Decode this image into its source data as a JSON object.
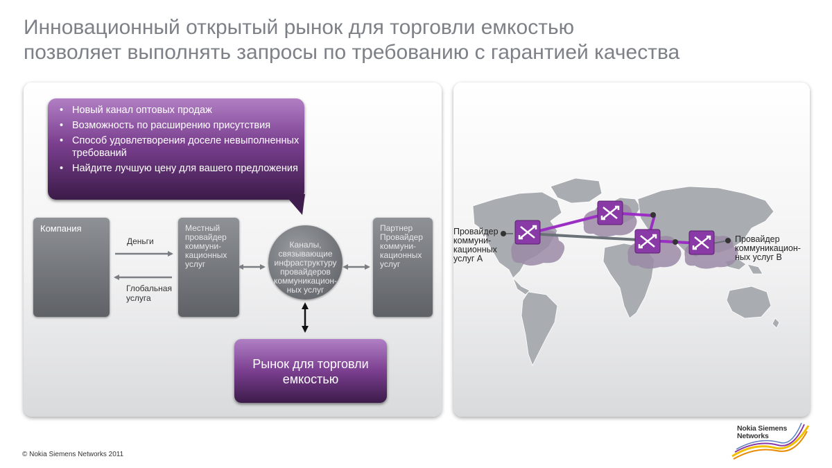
{
  "title": {
    "line1": "Инновационный открытый рынок для торговли емкостью",
    "line2": "позволяет выполнять запросы по требованию с гарантией качества"
  },
  "bubble": {
    "bullets": [
      "Новый канал оптовых продаж",
      "Возможность по расширению присутствия",
      "Способ удовлетворения доселе невыполненных требований",
      "Найдите лучшую цену для вашего предложения"
    ]
  },
  "diagram": {
    "company_label": "Компания",
    "money_label": "Деньги",
    "global_service_label": "Глобальная услуга",
    "local_provider_label": "Местный провайдер коммуни-кационных услуг",
    "channels_label": "Каналы, связывающие инфраструктуру провайдеров коммуникацион-ных услуг",
    "partner_label": "Партнер Провайдер коммуни-кационных услуг",
    "market_label": "Рынок для торговли емкостью"
  },
  "map": {
    "provider_a_label": "Провайдер коммуни-кационных услуг A",
    "provider_b_label": "Провайдер коммуникацион-ных услуг B",
    "switch_icon": "network-switch-icon"
  },
  "footer": {
    "copyright": "© Nokia Siemens Networks 2011",
    "logo_line1": "Nokia Siemens",
    "logo_line2": "Networks"
  },
  "colors": {
    "purple_dark": "#3b1b48",
    "purple_light": "#b17fc4",
    "grey_box": "#6e7176",
    "title_grey": "#7d8086",
    "link_purple": "#9b2fc4",
    "link_grey": "#6a7278"
  }
}
